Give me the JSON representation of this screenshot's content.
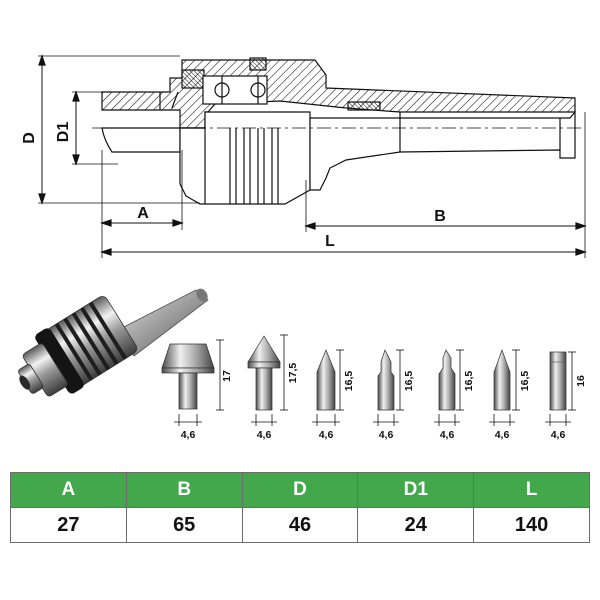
{
  "drawing": {
    "dimension_labels": {
      "D": "D",
      "D1": "D1",
      "A": "A",
      "B": "B",
      "L": "L"
    }
  },
  "tips": [
    {
      "height": "17",
      "width": "4,6"
    },
    {
      "height": "17,5",
      "width": "4,6"
    },
    {
      "height": "16,5",
      "width": "4,6"
    },
    {
      "height": "16,5",
      "width": "4,6"
    },
    {
      "height": "16,5",
      "width": "4,6"
    },
    {
      "height": "16,5",
      "width": "4,6"
    },
    {
      "height": "16",
      "width": "4,6"
    }
  ],
  "specs": {
    "headers": [
      "A",
      "B",
      "D",
      "D1",
      "L"
    ],
    "values": [
      "27",
      "65",
      "46",
      "24",
      "140"
    ],
    "header_color": "#43a84b",
    "border_color": "#6c6c6c"
  }
}
